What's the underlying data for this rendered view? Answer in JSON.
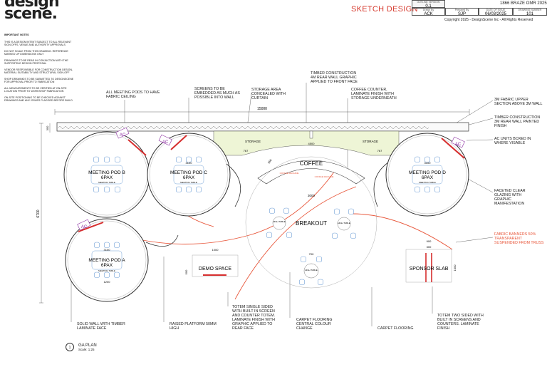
{
  "brand": {
    "logo_line1": "design",
    "logo_line2": "scene."
  },
  "header": {
    "sheet_title": "SKETCH DESIGN",
    "project_name": "1866 BRAZE OMR 2025",
    "copyright": "Copyright 2025 - DesignScene Inc - All Rights Reserved",
    "title_block": {
      "top_label": "OUTLINE VERSION",
      "top_value": "0.1",
      "drawn_label": "Drawn By",
      "drawn_value": "ACK",
      "prepared_label": "Prepared By",
      "prepared_value": "SJP",
      "date_label": "DATE OF ISSUE",
      "date_value": "06/03/2025",
      "drawing_label": "DRAWING NUMBER",
      "drawing_value": "101"
    }
  },
  "notes": {
    "heading": "IMPORTANT NOTES",
    "items": [
      "THIS IS A DESIGN INTENT SUBJECT TO ALL RELEVANT SIGN OFFS, VENUE AND AUTHORITY APPROVALS",
      "DO NOT SCALE FROM THIS DRAWING. REFERENCE MARKED UP DIMENSIONS ONLY",
      "DRAWINGS TO BE READ IN CONJUCTION WITH THE SUPPORTING DESIGN PROPOSAL",
      "VENDOR RESPONSIBLE FOR CONSTRUCTION DESIGN, MATERIAL SUITABILITY AND STRUCTURAL SIGN-OFF",
      "SHOP DRAWINGS TO BE SUBMITTED TO DESIGNSCENE FOR APPROVAL PRIOR TO FABRICATION",
      "ALL MEASUREMENTS TO BE VERIFIED AT ON-SITE LOCATION PRIOR TO WORKSHOP FABRICATION",
      "ON-SITE POSITIONING TO BE CHECKED AGAINST DRAWINGS AND ANY ISSUES FLAGGED BEFORE BUILD"
    ]
  },
  "plan": {
    "callouts": {
      "fabric_ceiling": "ALL MEETING PODS TO HAVE FABRIC CEILING",
      "screens": "SCREENS TO BE EMBEDDED AS MUCH AS POSSIBLE INTO WALL",
      "storage_area": "STORAGE AREA CONCEALED WITH CURTAIN",
      "timber_4m": "TIMBER CONSTRUCTION 4M REAR WALL GRAPHIC APPLIED TO FRONT FACE",
      "coffee_counter": "COFFEE COUNTER, LAMINATE FINISH WITH STORAGE UNDERNEATH",
      "fabric_upper": "3M FABRIC UPPER SECTION ABOVE 3M WALL",
      "timber_3m": "TIMBER CONSTRUCTION 3M REAR WALL PAINTED FINISH",
      "ac_boxed": "AC UNITS BOXED IN WHERE VISABLE",
      "glazing": "FACETED CLEAR GLAZING WITH GRAPHIC MANIFESTATION",
      "fabric_banners": "FABRIC BANNERS 50% TRANSPARENT SUSPENDED FROM TRUSS",
      "solid_wall": "SOLID WALL WITH TIMBER LAMINATE FACE",
      "raised_platform": "RAISED PLATFORM 50MM HIGH",
      "totem_single": "TOTEM SINGLE SIDED WITH BUILT IN SCREEN AND COUNTER TOTEM. LAMINATE FINISH WITH GRAPHIC APPLIED TO REAR FACE",
      "carpet_central": "CARPET FLOORING CENTRAL COLOUR CHANGE",
      "carpet": "CARPET FLOORING",
      "totem_two": "TOTEM TWO SIDED WITH BUILT IN SCREENS AND COUNTERS. LAMINATE FINISH"
    },
    "zones": {
      "pod_b": "MEETING POD B",
      "pod_c": "MEETING POD C",
      "pod_d": "MEETING POD D",
      "pod_a": "MEETING POD A",
      "pax": "6PAX",
      "meeting_table": "MEETING TABLE",
      "storage": "STORAGE",
      "coffee": "COFFEE",
      "breakout": "BREAKOUT",
      "demo": "DEMO SPACE",
      "sponsor": "SPONSOR SLAB",
      "high_table": "HIGH TABLE",
      "ac": "AC",
      "coffee_machine": "COFFEE MACHINE"
    },
    "dims": {
      "overall_width": "15000",
      "overall_depth": "6700",
      "rear_depth": "300",
      "storage_width": "767",
      "coffee_width": "4500",
      "pod_width": "3100",
      "breakout_width": "3000",
      "pod_a_table": "1200",
      "demo_width": "1000",
      "demo_depth": "500",
      "high_table_width": "700",
      "sponsor_width": "900",
      "sponsor_gap": "300",
      "sponsor_depth": "1000",
      "coffee_small": "550"
    }
  },
  "footer": {
    "circle_number": "1",
    "view_title": "GA PLAN",
    "scale": "Scale: 1:25"
  },
  "colors": {
    "accent": "#e8573b",
    "wall_red": "#d62e2e",
    "chair_blue": "#6f9fd6",
    "storage_fill": "#eef5d6",
    "ac_purple": "#8a2ca0"
  }
}
